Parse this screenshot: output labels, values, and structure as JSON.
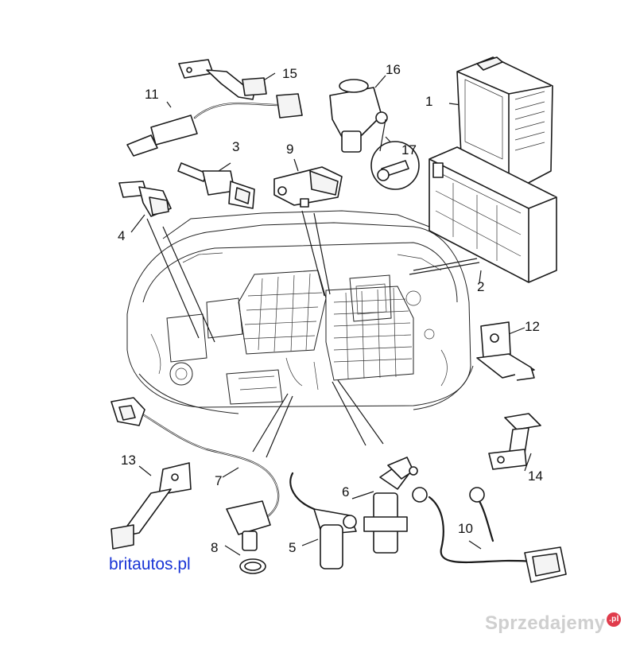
{
  "callouts": {
    "c1": "1",
    "c2": "2",
    "c3": "3",
    "c4": "4",
    "c5": "5",
    "c6": "6",
    "c7": "7",
    "c8": "8",
    "c9": "9",
    "c10": "10",
    "c11": "11",
    "c12": "12",
    "c13": "13",
    "c14": "14",
    "c15": "15",
    "c16": "16",
    "c17": "17"
  },
  "watermarks": {
    "britautos": "britautos.pl",
    "sprzedajemy": "Sprzedajemy",
    "sprzedajemy_badge": ".pl"
  },
  "colors": {
    "ink": "#1a1a1a",
    "britautos_blue": "#1a35d6",
    "watermark_grey": "#cfcfcf",
    "badge_red": "#e03b4b"
  }
}
